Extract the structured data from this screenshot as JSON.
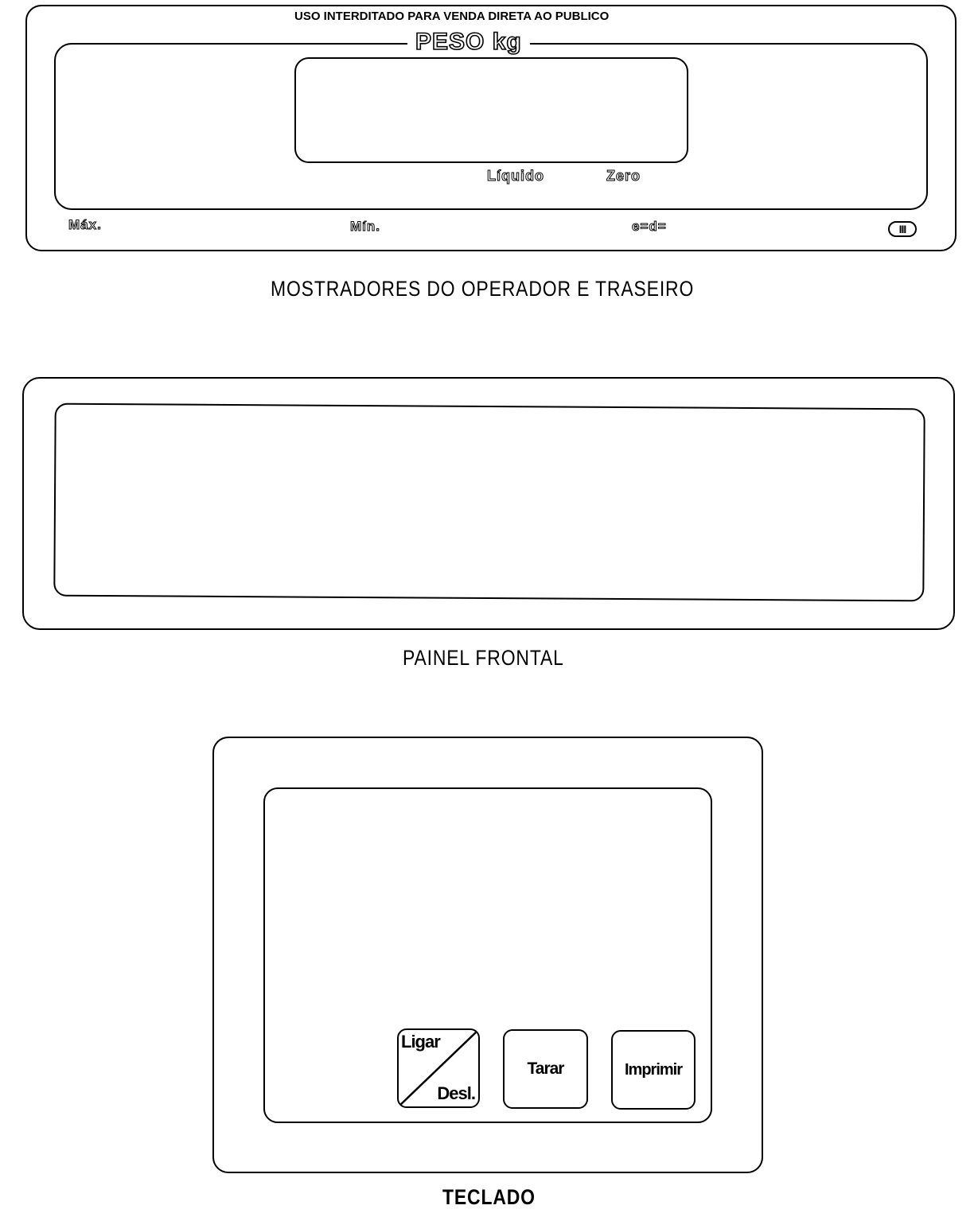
{
  "display_panel": {
    "warning": "USO INTERDITADO PARA VENDA DIRETA AO PUBLICO",
    "weight_label": "PESO kg",
    "net_label": "Líquido",
    "zero_label": "Zero",
    "max_label": "Máx.",
    "min_label": "Mín.",
    "e_d_label": "e=d=",
    "class_symbol": "III",
    "caption": "MOSTRADORES DO OPERADOR E TRASEIRO"
  },
  "front_panel": {
    "caption": "PAINEL FRONTAL"
  },
  "keypad": {
    "caption": "TECLADO",
    "power_key_top": "Ligar",
    "power_key_bottom": "Desl.",
    "tare_key": "Tarar",
    "print_key": "Imprimir"
  }
}
